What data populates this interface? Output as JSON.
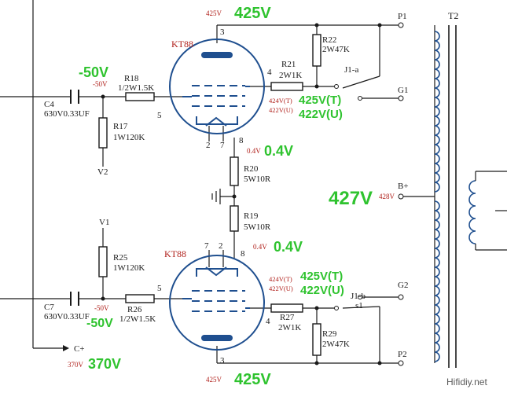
{
  "labels": {
    "top_plate_v_small": "425V",
    "top_plate_v_big": "425V",
    "p1": "P1",
    "t2": "T2",
    "r22": "R22",
    "r22_val": "2W47K",
    "kt88_top": "KT88",
    "pin3_top": "3",
    "r21": "R21",
    "r21_val": "2W1K",
    "pin4_top": "4",
    "j1a": "J1-a",
    "g1": "G1",
    "grid_big_top": "-50V",
    "grid_small_top": "-50V",
    "r18": "R18",
    "r18_val": "1/2W1.5K",
    "c4": "C4",
    "c4_val": "630V0.33UF",
    "pin5_top": "5",
    "t_424_top": "424V(T)",
    "u_422_top": "422V(U)",
    "t_425_big_top": "425V(T)",
    "u_422_big_top": "422V(U)",
    "r17": "R17",
    "r17_val": "1W120K",
    "v2": "V2",
    "pin2_top": "2",
    "pin7_top": "7",
    "pin8_top": "8",
    "cath_small_top": "0.4V",
    "cath_big_top": "0.4V",
    "r20": "R20",
    "r20_val": "5W10R",
    "b_plus_small": "428V",
    "b_plus": "B+",
    "b_big": "427V",
    "r19": "R19",
    "r19_val": "5W10R",
    "v1": "V1",
    "r25": "R25",
    "r25_val": "1W120K",
    "kt88_bot": "KT88",
    "pin7_bot": "7",
    "pin2_bot": "2",
    "pin8_bot": "8",
    "cath_small_bot": "0.4V",
    "cath_big_bot": "0.4V",
    "t_424_bot": "424V(T)",
    "u_422_bot": "422V(U)",
    "t_425_big_bot": "425V(T)",
    "u_422_big_bot": "422V(U)",
    "j1b": "J1-b",
    "g2": "G2",
    "c7": "C7",
    "c7_val": "630V0.33UF",
    "grid_small_bot": "-50V",
    "grid_big_bot": "-50V",
    "r26": "R26",
    "r26_val": "1/2W1.5K",
    "pin5_bot": "5",
    "s1": "s1",
    "r27": "R27",
    "r27_val": "2W1K",
    "pin4_bot": "4",
    "r29": "R29",
    "r29_val": "2W47K",
    "c_plus": "C+",
    "c_small": "370V",
    "c_big": "370V",
    "pin3_bot": "3",
    "bot_plate_v_small": "425V",
    "bot_plate_v_big": "425V",
    "p2": "P2",
    "watermark": "Hifidiy.net"
  },
  "colors": {
    "wire": "#1a1a1a",
    "tube": "#1f4f8f",
    "voltage_green": "#2fc32f",
    "voltage_red": "#b0201b"
  }
}
